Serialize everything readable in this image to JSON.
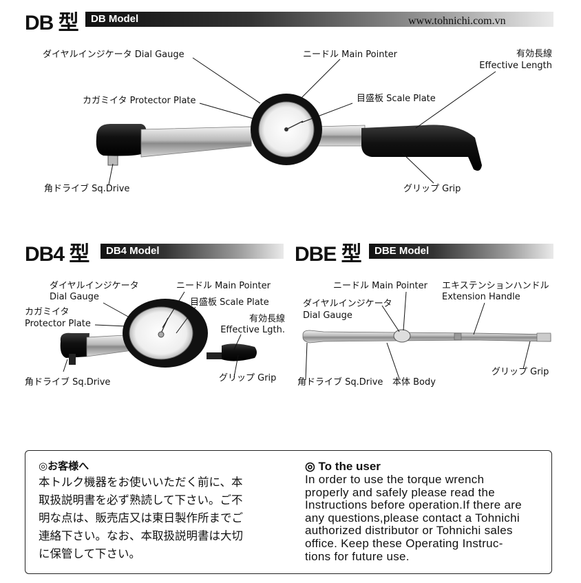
{
  "header": {
    "website": "www.tohnichi.com.vn"
  },
  "db": {
    "title": "DB 型",
    "bar_label": "DB Model",
    "labels": {
      "dial_gauge": "ダイヤルインジケータ Dial Gauge",
      "main_pointer": "ニードル Main Pointer",
      "effective_length_jp": "有効長線",
      "effective_length_en": "Effective Length",
      "protector_plate": "カガミイタ Protector Plate",
      "scale_plate": "目盛板 Scale Plate",
      "sq_drive": "角ドライブ Sq.Drive",
      "grip": "グリップ Grip"
    }
  },
  "db4": {
    "title": "DB4 型",
    "bar_label": "DB4 Model",
    "labels": {
      "dial_gauge_jp": "ダイヤルインジケータ",
      "dial_gauge_en": "Dial Gauge",
      "main_pointer": "ニードル Main Pointer",
      "scale_plate": "目盛板 Scale Plate",
      "protector_plate_jp": "カガミイタ",
      "protector_plate_en": "Protector Plate",
      "effective_length_jp": "有効長線",
      "effective_length_en": "Effective Lgth.",
      "grip": "グリップ Grip",
      "sq_drive": "角ドライブ Sq.Drive"
    }
  },
  "dbe": {
    "title": "DBE 型",
    "bar_label": "DBE Model",
    "labels": {
      "main_pointer": "ニードル Main Pointer",
      "extension_handle_jp": "エキステンションハンドル",
      "extension_handle_en": "Extension Handle",
      "dial_gauge_jp": "ダイヤルインジケータ",
      "dial_gauge_en": "Dial Gauge",
      "grip": "グリップ Grip",
      "sq_drive": "角ドライブ Sq.Drive",
      "body": "本体 Body"
    }
  },
  "notice": {
    "jp_heading": "◎お客様へ",
    "jp_lines": [
      "本トルク機器をお使いいただく前に、本",
      "取扱説明書を必ず熟読して下さい。ご不",
      "明な点は、販売店又は東日製作所までご",
      "連絡下さい。なお、本取扱説明書は大切",
      "に保管して下さい。"
    ],
    "en_heading": "◎ To the user",
    "en_lines": [
      "In order to use the torque wrench",
      "properly and safely please read the",
      "Instructions before operation.If there are",
      "any questions,please contact a Tohnichi",
      "authorized distributor or Tohnichi sales",
      "office. Keep these Operating Instruc-",
      "tions for future use."
    ]
  }
}
